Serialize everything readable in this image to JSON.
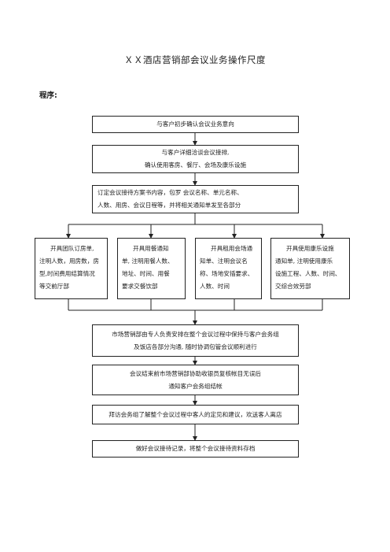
{
  "doc": {
    "title": "ＸＸ酒店营销部会议业务操作尺度",
    "program_label": "程序:"
  },
  "steps": {
    "s1": "与客户初步确认会议业务意向",
    "s2_line1": "与客户详细洽谈会议接排,",
    "s2_line2": "确认使用客房、餐厅、会场及康乐设施",
    "s3_line1": "订定会议接待方案书内容，包罗 会议名称、单元名称、",
    "s3_line2": "人数、用房、会议日程等，并将相关通知单发至各部分",
    "s4_line1": "市场营销部由专人负责安排在整个会议过程中保持与客户会务组",
    "s4_line2": "及饭店各部分沟通, 随时协调包管会议顺利进行",
    "s5_line1": "会议结束前市场营销部协助收银员复核帐目无误后",
    "s5_line2": "通知客户会务组结帐",
    "s6": "拜访会务组了解整个会议过程中客人的定见和建议，欢送客人离店",
    "s7": "做好会议接待记录，将整个会议接待资料存档"
  },
  "branches": [
    {
      "lines": [
        "开具团队订房单,",
        "注明人数，用房数，房",
        "型,时间费用结算情况",
        "等交前厅部"
      ]
    },
    {
      "lines": [
        "开具用餐通知",
        "单, 注明用餐人数、",
        "地址、时间、用餐",
        "要求交餐饮部"
      ]
    },
    {
      "lines": [
        "开具租用会场通",
        "知单、注明会议名",
        "称、场地安插要求、",
        "人数、时间"
      ]
    },
    {
      "lines": [
        "开具使用康乐设施",
        "通知单, 注明使用康乐",
        "设施工程、人数、时间、",
        "交综合效劳部"
      ]
    }
  ]
}
